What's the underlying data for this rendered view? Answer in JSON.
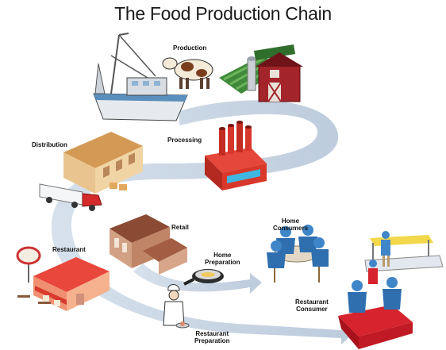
{
  "title": "The Food Production Chain",
  "stages": {
    "production": "Production",
    "processing": "Processing",
    "distribution": "Distribution",
    "retail": "Retail",
    "restaurant": "Restaurant",
    "home_preparation": [
      "Home",
      "Preparation"
    ],
    "home_consumers": [
      "Home",
      "Consumers"
    ],
    "restaurant_consumer": [
      "Restaurant",
      "Consumer"
    ],
    "restaurant_preparation": [
      "Restaurant",
      "Preparation"
    ]
  },
  "colors": {
    "arrow": "#c9d6e4",
    "barn_red": "#a3242a",
    "factory_red": "#d9372a",
    "warehouse_tan": "#e9c48e",
    "consumer_blue": "#3f86c9",
    "table_red": "#d6232d"
  }
}
